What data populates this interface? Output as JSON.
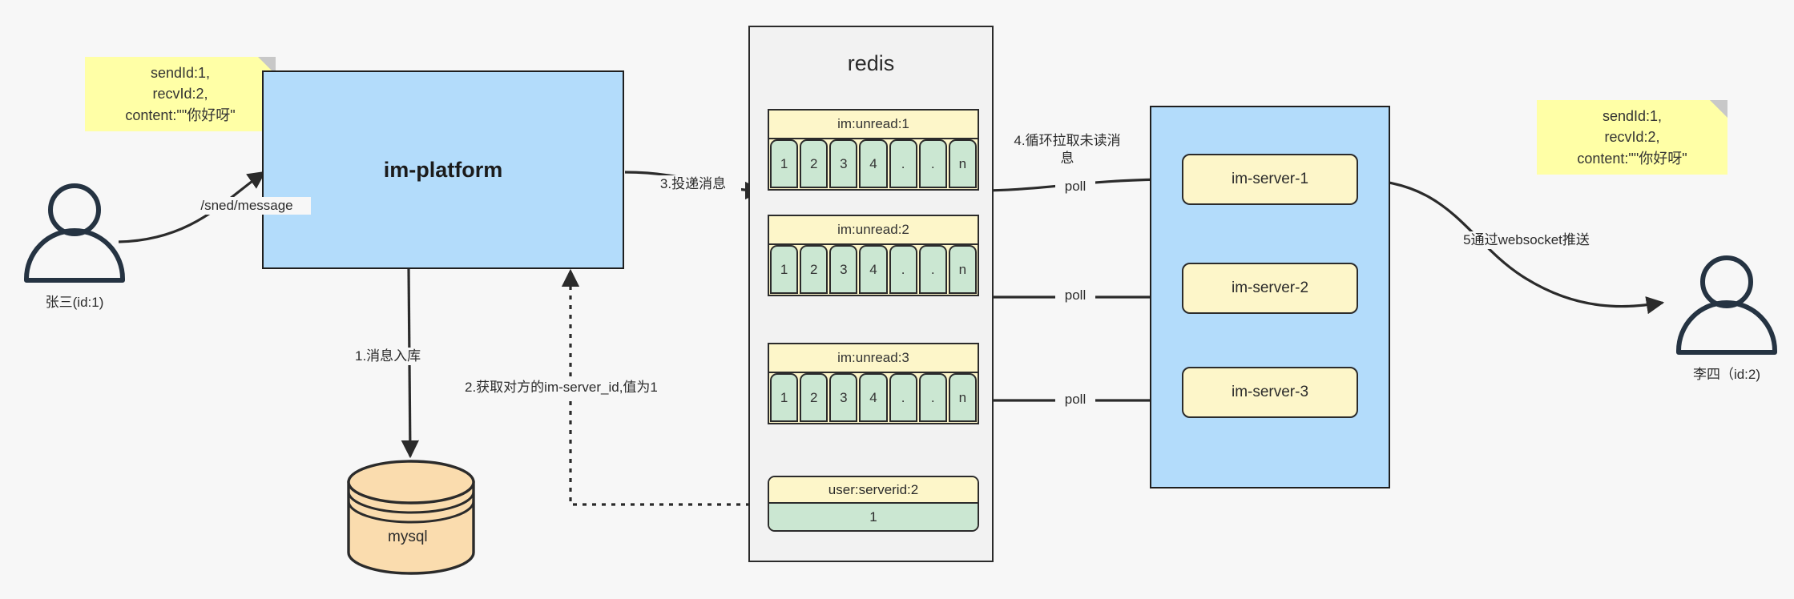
{
  "diagram": {
    "title": "IM message delivery architecture",
    "colors": {
      "background": "#f7f7f7",
      "note_yellow": "#ffffa6",
      "box_blue": "#b3dcfb",
      "queue_key_yellow": "#fdf6c9",
      "queue_cell_green": "#cbe7d2",
      "db_orange": "#fadcae",
      "stroke": "#2b2b2b",
      "actor_stroke": "#253342"
    }
  },
  "notes": {
    "left": {
      "name": "message-payload-note-left",
      "text": "sendId:1,\nrecvId:2,\ncontent:\"\"你好呀\""
    },
    "right": {
      "name": "message-payload-note-right",
      "text": "sendId:1,\nrecvId:2,\ncontent:\"\"你好呀\""
    }
  },
  "actors": {
    "sender": {
      "label": "张三(id:1)",
      "icon": "user-icon"
    },
    "receiver": {
      "label": "李四（id:2)",
      "icon": "user-icon"
    }
  },
  "platform": {
    "label": "im-platform"
  },
  "database": {
    "label": "mysql",
    "shape": "cylinder"
  },
  "redis": {
    "title": "redis",
    "queues": [
      {
        "key": "im:unread:1",
        "cells": [
          "1",
          "2",
          "3",
          "4",
          ".",
          ".",
          "n"
        ]
      },
      {
        "key": "im:unread:2",
        "cells": [
          "1",
          "2",
          "3",
          "4",
          ".",
          ".",
          "n"
        ]
      },
      {
        "key": "im:unread:3",
        "cells": [
          "1",
          "2",
          "3",
          "4",
          ".",
          ".",
          "n"
        ]
      }
    ],
    "kv": {
      "key": "user:serverid:2",
      "value": "1"
    }
  },
  "servers": {
    "items": [
      {
        "label": "im-server-1"
      },
      {
        "label": "im-server-2"
      },
      {
        "label": "im-server-3"
      }
    ]
  },
  "edges": {
    "send_message": "/sned/message",
    "step1": "1.消息入库",
    "step2": "2.获取对方的im-server_id,值为1",
    "step3": "3.投递消息",
    "step4": "4.循环拉取未读消\n息",
    "step5": "5通过websocket推送",
    "poll1": "poll",
    "poll2": "poll",
    "poll3": "poll"
  }
}
